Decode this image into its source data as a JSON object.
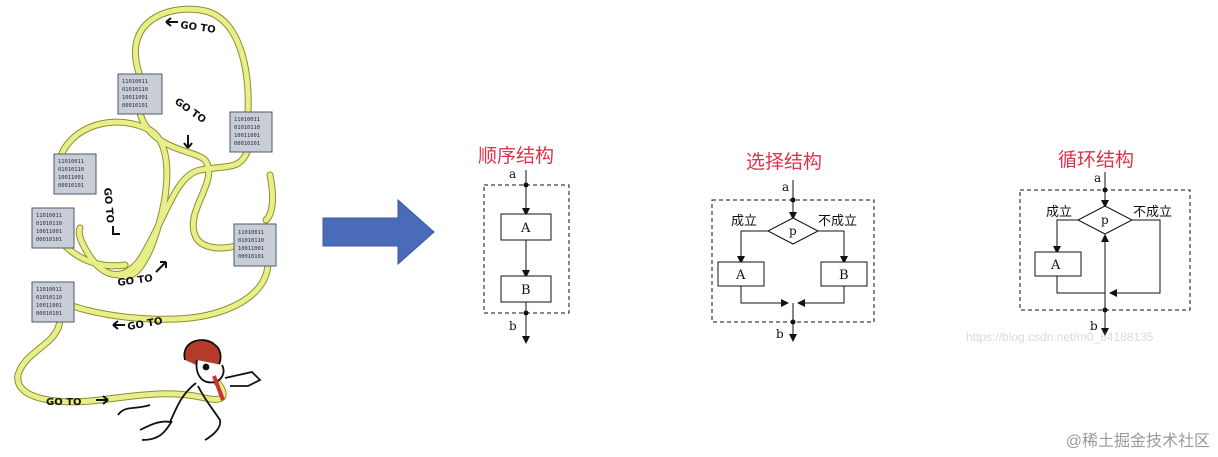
{
  "chips": [
    {
      "lines": [
        "11010011",
        "01010110",
        "10011001",
        "00010101"
      ]
    },
    {
      "lines": [
        "11010011",
        "01010110",
        "10011001",
        "00010101"
      ]
    },
    {
      "lines": [
        "11010011",
        "01010110",
        "10011001",
        "00010101"
      ]
    },
    {
      "lines": [
        "11010011",
        "01010110",
        "10011001",
        "00010101"
      ]
    },
    {
      "lines": [
        "11010011",
        "01010110",
        "10011001",
        "00010101"
      ]
    },
    {
      "lines": [
        "11010011",
        "01010110",
        "10011001",
        "00010101"
      ]
    }
  ],
  "goto_labels": [
    "GO TO",
    "GO TO",
    "GO TO",
    "GO TO",
    "GO TO",
    "GO TO"
  ],
  "sequence": {
    "title": "顺序结构",
    "in": "a",
    "out": "b",
    "box1": "A",
    "box2": "B"
  },
  "selection": {
    "title": "选择结构",
    "in": "a",
    "out": "b",
    "cond": "p",
    "yes": "成立",
    "no": "不成立",
    "box1": "A",
    "box2": "B"
  },
  "loop": {
    "title": "循环结构",
    "in": "a",
    "out": "b",
    "cond": "p",
    "yes": "成立",
    "no": "不成立",
    "box1": "A"
  },
  "watermark_url": "https://blog.csdn.net/m0_64188135",
  "watermark_site": "@稀土掘金技术社区",
  "colors": {
    "cable": "#e8ee8a",
    "cable_edge": "#8d8f2e",
    "chip": "#c9ced6",
    "arrow": "#4a6cb8",
    "title": "#e0324b"
  }
}
